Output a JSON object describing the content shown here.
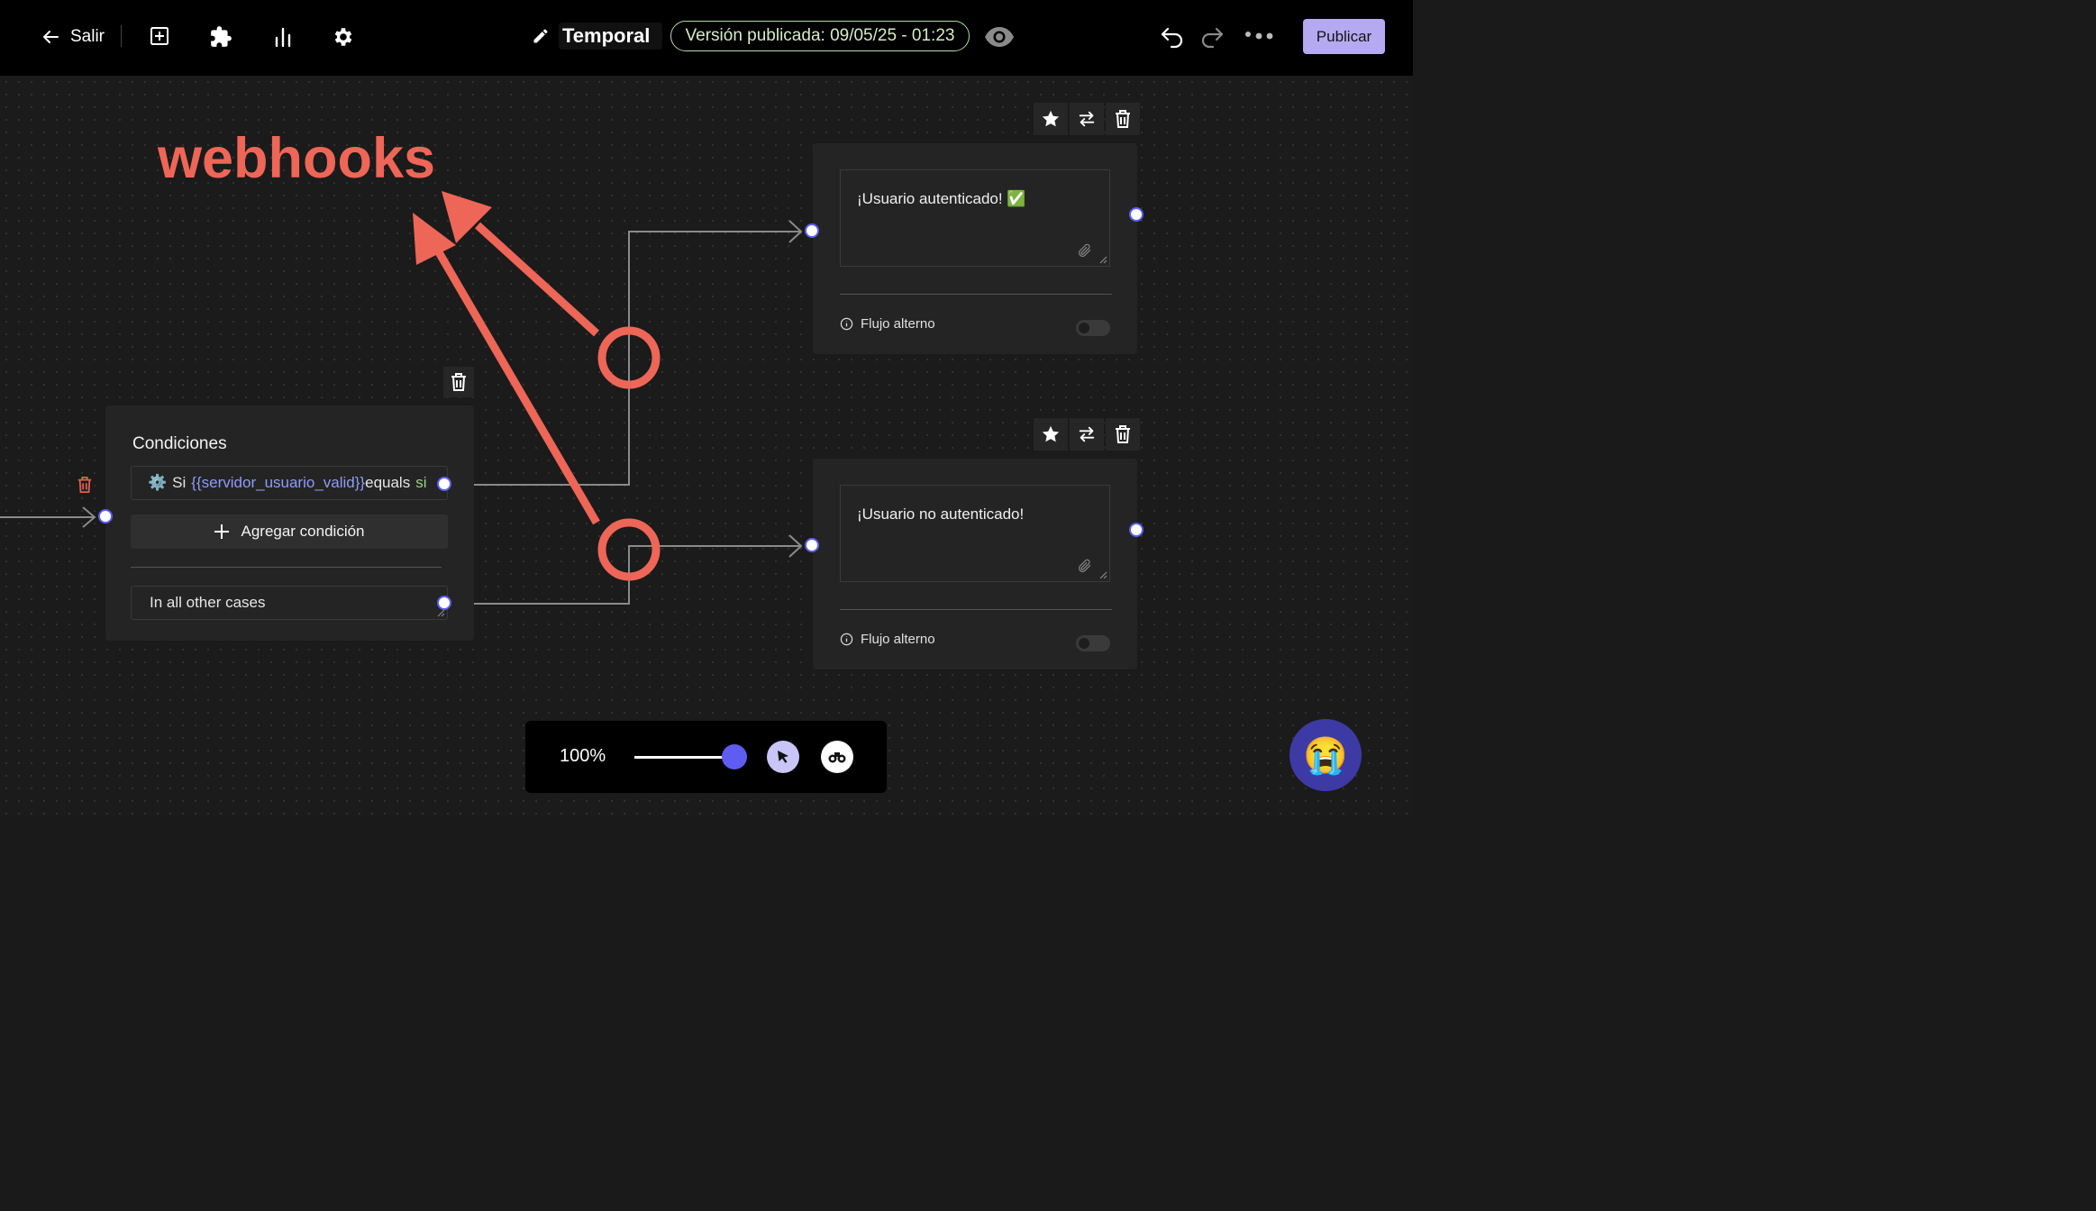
{
  "topbar": {
    "exit_label": "Salir",
    "title": "Temporal",
    "published_badge": "Versión publicada: 09/05/25 - 01:23",
    "publish_button": "Publicar"
  },
  "canvas": {
    "annotation_text": "webhooks",
    "conditions_node": {
      "heading": "Condiciones",
      "condition": {
        "prefix": "Si",
        "variable": "{{servidor_usuario_valid}}",
        "operator": "equals",
        "value": "si"
      },
      "add_condition_label": "Agregar condición",
      "other_cases_label": "In all other cases"
    },
    "message_nodes": [
      {
        "text": "¡Usuario autenticado! ✅",
        "alt_flow_label": "Flujo alterno"
      },
      {
        "text": "¡Usuario no autenticado!",
        "alt_flow_label": "Flujo alterno"
      }
    ]
  },
  "zoom": {
    "value": "100%",
    "level": 1.0
  },
  "colors": {
    "accent": "#5b5ef7",
    "publish_button": "#b5aaf2",
    "annotation": "#ee6657",
    "badge_border": "#b8d8a8"
  },
  "icons": [
    "back-arrow-icon",
    "add-box-icon",
    "puzzle-icon",
    "analytics-icon",
    "gear-icon",
    "pencil-icon",
    "eye-icon",
    "undo-icon",
    "redo-icon",
    "more-icon",
    "star-icon",
    "swap-icon",
    "trash-icon",
    "paperclip-icon",
    "info-icon",
    "plus-icon",
    "cursor-icon",
    "binoculars-icon",
    "crying-face-icon"
  ]
}
